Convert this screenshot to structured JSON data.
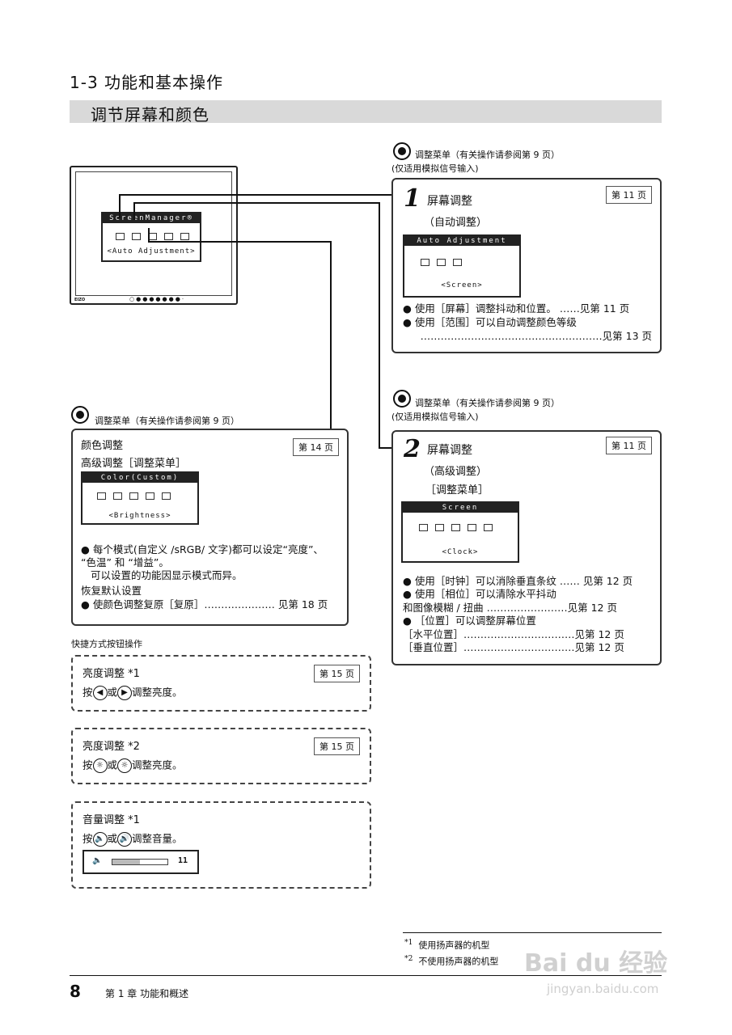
{
  "section": {
    "title": "1-3  功能和基本操作",
    "subtitle": "调节屏幕和颜色"
  },
  "monitor": {
    "osd_title": "ScreenManager®",
    "osd_label": "<Auto Adjustment>",
    "brand": "EIZO"
  },
  "top_right": {
    "menu_note": "调整菜单（有关操作请参阅第 9 页）",
    "analog_note": "(仅适用模拟信号输入)",
    "step": "1",
    "title": "屏幕调整",
    "subtitle": "（自动调整）",
    "page_ref": "第 11 页",
    "osd_head": "Auto Adjustment",
    "osd_foot": "<Screen>",
    "lines": [
      "● 使用［屏幕］调整抖动和位置。  ……见第 11 页",
      "● 使用［范围］可以自动调整颜色等级",
      "………………………………………………见第 13 页"
    ]
  },
  "mid_right": {
    "menu_note": "调整菜单（有关操作请参阅第 9 页）",
    "analog_note": "(仅适用模拟信号输入)",
    "step": "2",
    "title": "屏幕调整",
    "subtitle": "（高级调整）",
    "subtitle2": "［调整菜单］",
    "page_ref": "第 11 页",
    "osd_head": "Screen",
    "osd_foot": "<Clock>",
    "lines": [
      "● 使用［时钟］可以消除垂直条纹  …… 见第 12 页",
      "● 使用［相位］可以清除水平抖动",
      "  和图像模糊 / 扭曲  ……………………见第 12 页",
      "● ［位置］可以调整屏幕位置",
      "  ［水平位置］……………………………见第 12 页",
      "  ［垂直位置］……………………………见第 12 页"
    ]
  },
  "color_box": {
    "menu_note": "调整菜单（有关操作请参阅第 9 页）",
    "title": "颜色调整",
    "subtitle": "高级调整［调整菜单］",
    "page_ref": "第 14 页",
    "osd_head": "Color(Custom)",
    "osd_foot": "<Brightness>",
    "lines": [
      "● 每个模式(自定义 /sRGB/ 文字)都可以设定“亮度”、",
      "“色温” 和 “增益”。",
      "可以设置的功能因显示模式而异。",
      "恢复默认设置",
      "● 使颜色调整复原［复原］………………… 见第 18 页"
    ]
  },
  "shortcut": {
    "heading": "快捷方式按钮操作",
    "boxes": [
      {
        "title": "亮度调整 *1",
        "page_ref": "第 15 页",
        "pre": "按",
        "mid": "或",
        "post": "调整亮度。",
        "btn1": "◀",
        "btn2": "▶"
      },
      {
        "title": "亮度调整 *2",
        "page_ref": "第 15 页",
        "pre": "按",
        "mid": "或",
        "post": "调整亮度。",
        "btn1": "☼",
        "btn2": "☼"
      },
      {
        "title": "音量调整 *1",
        "page_ref": "",
        "pre": "按",
        "mid": "或",
        "post": "调整音量。",
        "btn1": "🔈",
        "btn2": "🔊"
      }
    ],
    "volume": {
      "value": "11",
      "level": 0.5
    }
  },
  "footnotes": [
    {
      "mark": "*1",
      "text": "使用扬声器的机型"
    },
    {
      "mark": "*2",
      "text": "不使用扬声器的机型"
    }
  ],
  "footer": {
    "page": "8",
    "chapter": "第 1 章  功能和概述"
  },
  "watermark": {
    "line1": "Bai du 经验",
    "line2": "jingyan.baidu.com"
  }
}
